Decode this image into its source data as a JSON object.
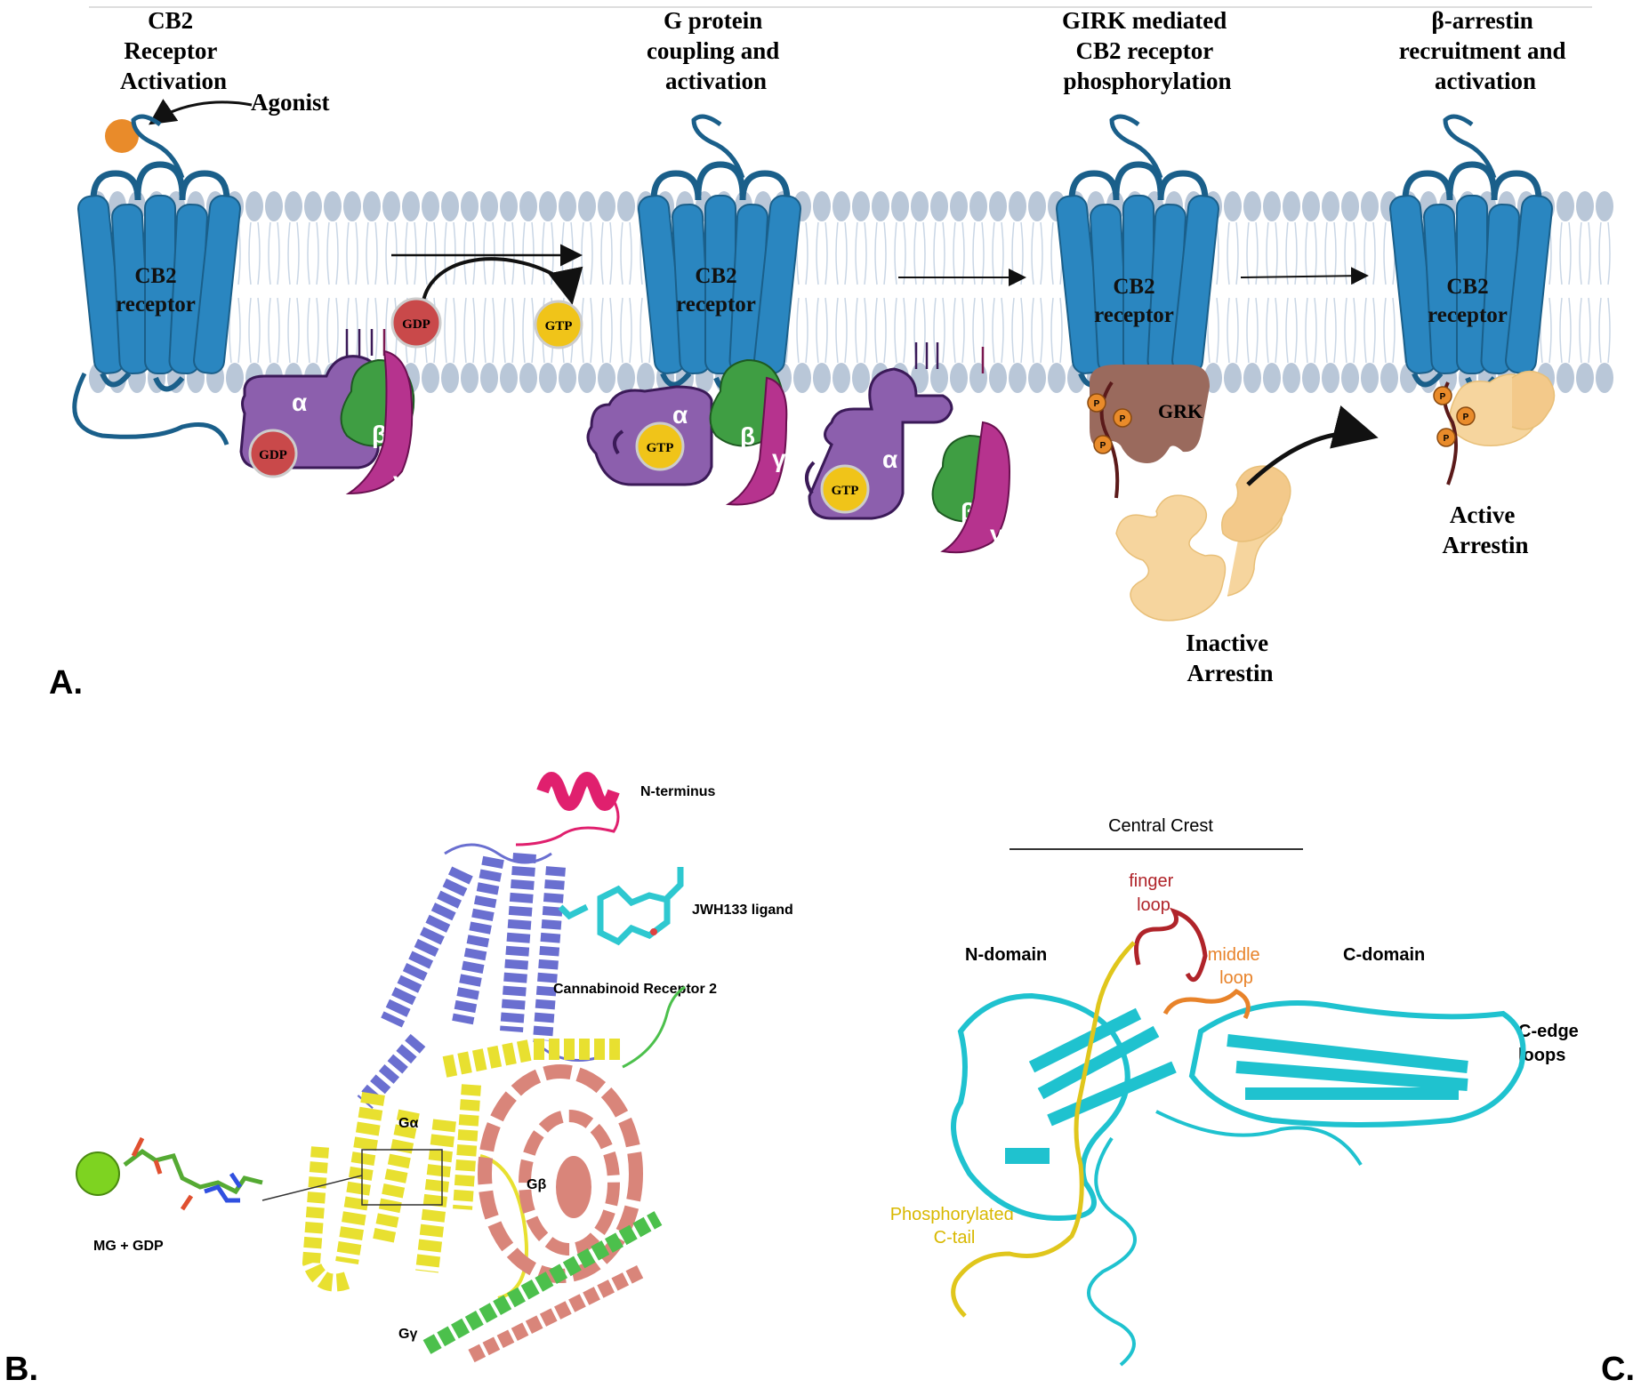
{
  "panel_a": {
    "label": "A.",
    "steps": [
      {
        "title": [
          "CB2",
          "Receptor",
          "Activation"
        ],
        "receptor": [
          "CB2",
          "receptor"
        ]
      },
      {
        "title": [
          "G protein",
          "coupling and",
          "activation"
        ],
        "receptor": [
          "CB2",
          "receptor"
        ]
      },
      {
        "title": [
          "GIRK mediated",
          "CB2 receptor",
          "phosphorylation"
        ],
        "receptor": [
          "CB2",
          "receptor"
        ]
      },
      {
        "title": [
          "β-arrestin",
          "recruitment and",
          "activation"
        ],
        "receptor": [
          "CB2",
          "receptor"
        ]
      }
    ],
    "agonist": "Agonist",
    "gdp": "GDP",
    "gtp": "GTP",
    "alpha": "α",
    "beta": "β",
    "gamma": "γ",
    "grk": "GRK",
    "phospho": "P",
    "inactive_arrestin": [
      "Inactive",
      "Arrestin"
    ],
    "active_arrestin": [
      "Active",
      "Arrestin"
    ]
  },
  "panel_b": {
    "label": "B.",
    "n_terminus": "N-terminus",
    "ligand": "JWH133 ligand",
    "receptor": "Cannabinoid  Receptor 2",
    "g_alpha": "Gα",
    "g_beta": "Gβ",
    "g_gamma": "Gγ",
    "mg_gdp": "MG + GDP"
  },
  "panel_c": {
    "label": "C.",
    "central_crest": "Central Crest",
    "finger_loop": [
      "finger",
      "loop"
    ],
    "middle_loop": [
      "middle",
      "loop"
    ],
    "n_domain": "N-domain",
    "c_domain": "C-domain",
    "c_edge": [
      "C-edge",
      "loops"
    ],
    "c_tail": [
      "Phosphorylated",
      "C-tail"
    ]
  },
  "colors": {
    "receptor": "#2a86c0",
    "alpha": "#8c5fad",
    "beta": "#3f9e43",
    "gamma": "#b6338e",
    "gdp": "#c9494a",
    "gtp": "#f0c419",
    "agonist": "#e98b2a",
    "grk": "#9a6a5d",
    "arrestin": "#f6d59e",
    "membrane": "#b9c7d8",
    "b_receptor": "#6a6fd0",
    "b_galpha": "#e8e030",
    "b_gbeta": "#d9857a",
    "b_ggamma": "#4cc04c",
    "b_nterm": "#e0206e",
    "b_ligand": "#2ec8d0",
    "c_arrestin": "#1fc2cf",
    "c_tail": "#e0c61c",
    "c_finger": "#b0242a",
    "c_middle": "#e8832a"
  }
}
